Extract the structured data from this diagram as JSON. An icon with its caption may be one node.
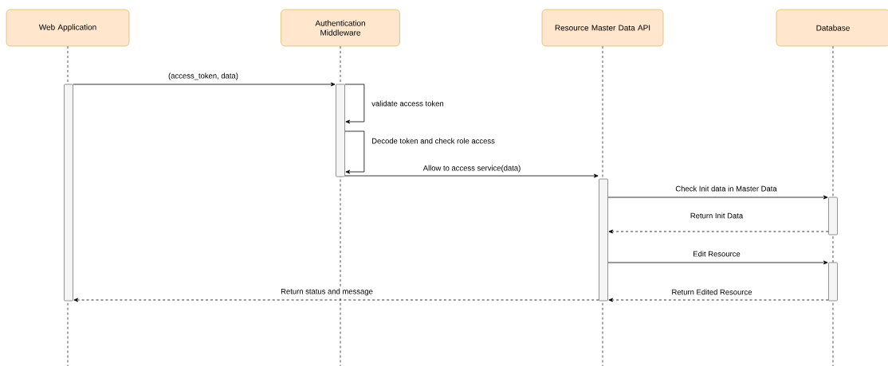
{
  "diagram": {
    "nodes": [
      {
        "text": [
          "Web Application"
        ]
      },
      {
        "text": [
          "Authentication Middleware"
        ]
      },
      {
        "text": [
          "Resource Master Data API"
        ]
      },
      {
        "text": [
          "Database"
        ]
      },
      {
        "text": [],
        "shape": "bar"
      },
      {
        "text": [],
        "shape": "bar"
      },
      {
        "text": [],
        "shape": "bar"
      },
      {
        "text": [],
        "shape": "bar"
      },
      {
        "text": [],
        "shape": "bar"
      }
    ],
    "edges": [
      {
        "from": 4,
        "to": 5,
        "arrow": "to",
        "label": "(access_token, data)"
      },
      {
        "from": 5,
        "to": 5,
        "arrow": "to",
        "label": "validate access token"
      },
      {
        "from": 5,
        "to": 5,
        "arrow": "to",
        "label": "Decode token and check role access"
      },
      {
        "from": 5,
        "to": 6,
        "arrow": "to",
        "label": "Allow to access service(data)"
      },
      {
        "from": 6,
        "to": 7,
        "arrow": "to",
        "label": "Check Init data in Master Data"
      },
      {
        "from": 7,
        "to": 6,
        "arrow": "to",
        "label": "Return Init Data",
        "style": "dashed"
      },
      {
        "from": 6,
        "to": 8,
        "arrow": "to",
        "label": "Edit Resource"
      },
      {
        "from": 8,
        "to": 6,
        "arrow": "to",
        "label": "Return Edited Resource",
        "style": "dashed"
      },
      {
        "from": 6,
        "to": 4,
        "arrow": "to",
        "label": "Return status and message",
        "style": "dashed"
      }
    ]
  }
}
